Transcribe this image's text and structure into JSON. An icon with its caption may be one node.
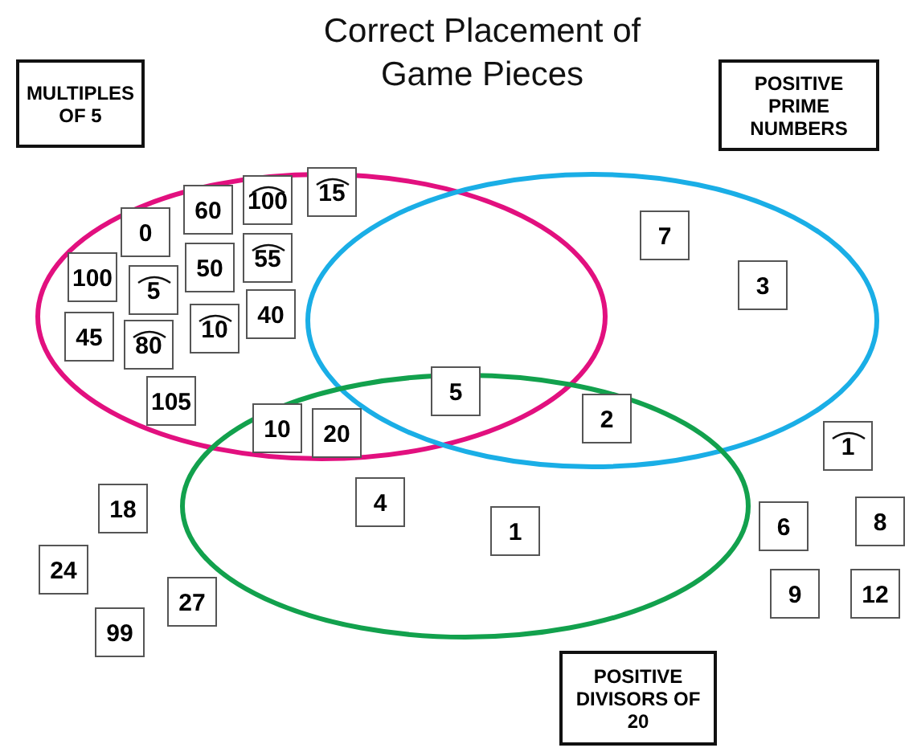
{
  "diagram": {
    "title": "Correct Placement of Game Pieces",
    "nodes": [
      {
        "text": [
          "MULTIPLES OF 5"
        ]
      },
      {
        "text": [
          "POSITIVE PRIME NUMBERS"
        ]
      },
      {
        "text": [],
        "shape": "ellipse"
      },
      {
        "text": [],
        "shape": "ellipse"
      },
      {
        "text": [],
        "shape": "ellipse"
      },
      {
        "text": [
          "15"
        ],
        "in": 2
      },
      {
        "text": [
          "100"
        ],
        "in": 2
      },
      {
        "text": [
          "60"
        ],
        "in": 2
      },
      {
        "text": [
          "0"
        ],
        "in": 2
      },
      {
        "text": [
          "7"
        ],
        "in": 3
      },
      {
        "text": [
          "55"
        ],
        "in": 2
      },
      {
        "text": [
          "50"
        ],
        "in": 2
      },
      {
        "text": [
          "100"
        ],
        "in": 2
      },
      {
        "text": [
          "3"
        ],
        "in": 3
      },
      {
        "text": [
          "5"
        ],
        "in": 2
      },
      {
        "text": [
          "40"
        ],
        "in": 2
      },
      {
        "text": [
          "10"
        ],
        "in": 2
      },
      {
        "text": [
          "45"
        ],
        "in": 2
      },
      {
        "text": [
          "80"
        ],
        "in": 2
      },
      {
        "text": [
          "5"
        ]
      },
      {
        "text": [
          "105"
        ],
        "in": 2
      },
      {
        "text": [
          "2"
        ]
      },
      {
        "text": [
          "10"
        ]
      },
      {
        "text": [
          "20"
        ]
      },
      {
        "text": [
          "1"
        ]
      },
      {
        "text": [
          "4"
        ],
        "in": 4
      },
      {
        "text": [
          "18"
        ]
      },
      {
        "text": [
          "8"
        ]
      },
      {
        "text": [
          "6"
        ]
      },
      {
        "text": [
          "1"
        ],
        "in": 4
      },
      {
        "text": [
          "24"
        ]
      },
      {
        "text": [
          "9"
        ]
      },
      {
        "text": [
          "12"
        ]
      },
      {
        "text": [
          "27"
        ]
      },
      {
        "text": [
          "99"
        ]
      },
      {
        "text": [
          "POSITIVE DIVISORS OF 20"
        ]
      }
    ]
  }
}
